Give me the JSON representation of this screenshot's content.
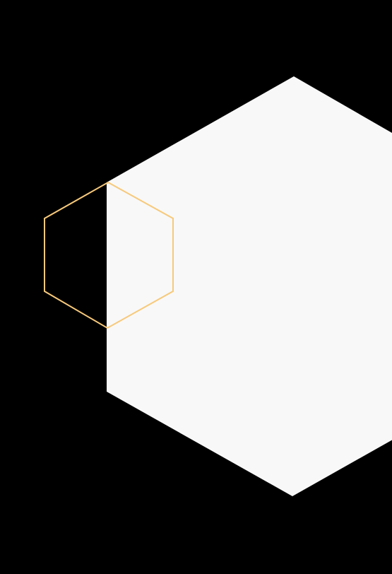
{
  "colors": {
    "background": "#000000",
    "large_hexagon_fill": "#f8f8f8",
    "outline_hexagon_stroke": "#f7c97a"
  },
  "shapes": {
    "large_hexagon": {
      "kind": "hexagon",
      "style": "filled"
    },
    "small_hexagon": {
      "kind": "hexagon",
      "style": "outline"
    }
  }
}
